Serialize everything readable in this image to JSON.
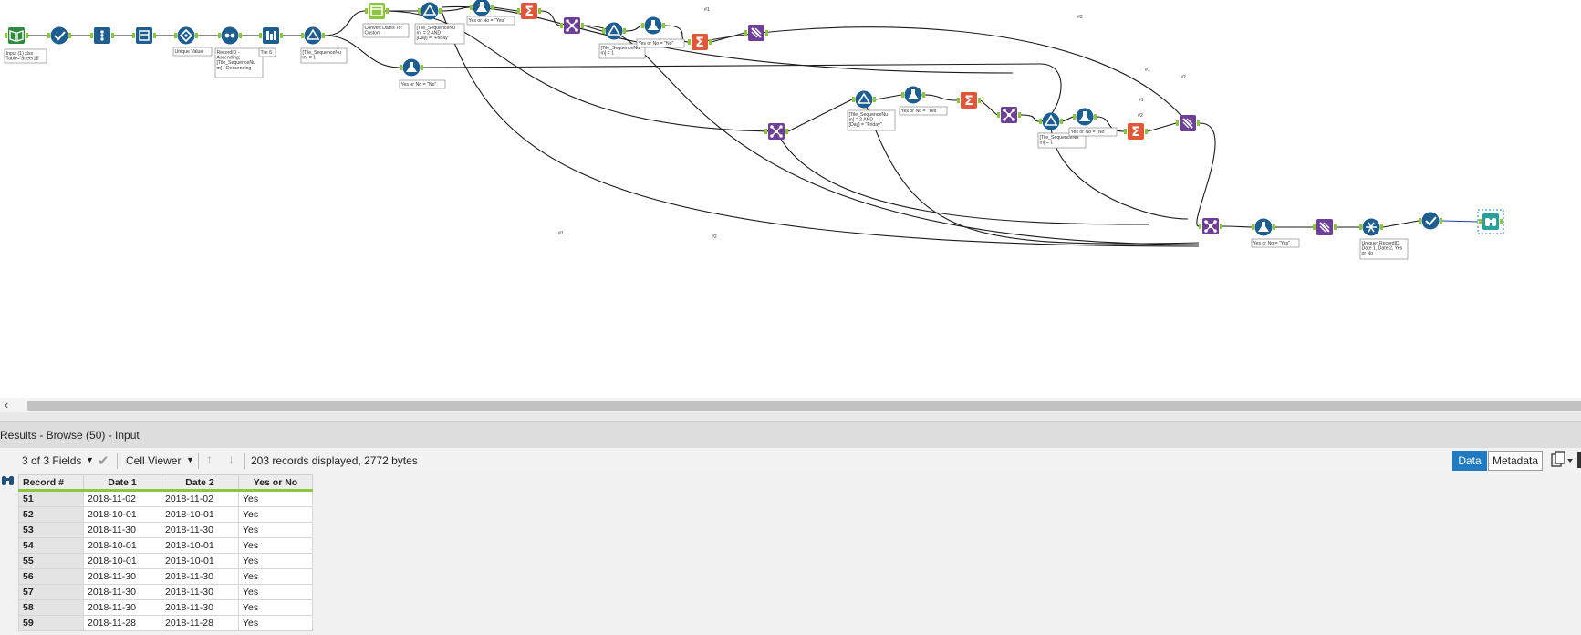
{
  "canvas": {
    "tools": [
      {
        "name": "input-data-tool",
        "icon": "book-icon",
        "color": "#2e8b3e"
      },
      {
        "name": "select-tool",
        "icon": "checkmark-icon",
        "color": "#1e5d8f"
      },
      {
        "name": "auto-field-tool",
        "icon": "dots-icon",
        "color": "#1e5d8f"
      },
      {
        "name": "data-cleansing-tool",
        "icon": "cleanse-icon",
        "color": "#1e5d8f"
      },
      {
        "name": "unique-tool",
        "icon": "diamond-icon",
        "color": "#1e5d8f"
      },
      {
        "name": "sort-tool",
        "icon": "sort-dots-icon",
        "color": "#1e5d8f"
      },
      {
        "name": "tile-tool",
        "icon": "bars-icon",
        "color": "#1e5d8f"
      },
      {
        "name": "filter-tool-1",
        "icon": "filter-icon",
        "color": "#1e5d8f"
      },
      {
        "name": "datetime-tool",
        "icon": "calendar-icon",
        "color": "#8cc63f"
      },
      {
        "name": "filter-tool-2",
        "icon": "filter-icon",
        "color": "#1e5d8f"
      },
      {
        "name": "formula-tool-1",
        "icon": "flask-icon",
        "color": "#1e5d8f"
      },
      {
        "name": "summarize-tool-1",
        "icon": "sigma-icon",
        "color": "#e0573b"
      },
      {
        "name": "join-tool-1",
        "icon": "join-icon",
        "color": "#6d3f97"
      },
      {
        "name": "filter-tool-3",
        "icon": "filter-icon",
        "color": "#1e5d8f"
      },
      {
        "name": "formula-tool-2",
        "icon": "flask-icon",
        "color": "#1e5d8f"
      },
      {
        "name": "summarize-tool-2",
        "icon": "sigma-icon",
        "color": "#e0573b"
      },
      {
        "name": "union-tool-1",
        "icon": "union-icon",
        "color": "#6d3f97"
      },
      {
        "name": "formula-tool-3",
        "icon": "flask-icon",
        "color": "#1e5d8f"
      },
      {
        "name": "join-tool-2",
        "icon": "join-icon",
        "color": "#6d3f97"
      },
      {
        "name": "filter-tool-4",
        "icon": "filter-icon",
        "color": "#1e5d8f"
      },
      {
        "name": "formula-tool-4",
        "icon": "flask-icon",
        "color": "#1e5d8f"
      },
      {
        "name": "summarize-tool-3",
        "icon": "sigma-icon",
        "color": "#e0573b"
      },
      {
        "name": "join-tool-3",
        "icon": "join-icon",
        "color": "#6d3f97"
      },
      {
        "name": "filter-tool-5",
        "icon": "filter-icon",
        "color": "#1e5d8f"
      },
      {
        "name": "formula-tool-5",
        "icon": "flask-icon",
        "color": "#1e5d8f"
      },
      {
        "name": "summarize-tool-4",
        "icon": "sigma-icon",
        "color": "#e0573b"
      },
      {
        "name": "union-tool-2",
        "icon": "union-icon",
        "color": "#6d3f97"
      },
      {
        "name": "join-tool-4",
        "icon": "join-icon",
        "color": "#6d3f97"
      },
      {
        "name": "formula-tool-6",
        "icon": "flask-icon",
        "color": "#1e5d8f"
      },
      {
        "name": "union-tool-3",
        "icon": "union-icon",
        "color": "#6d3f97"
      },
      {
        "name": "unique-tool-2",
        "icon": "snowflake-icon",
        "color": "#1e5d8f"
      },
      {
        "name": "select-tool-2",
        "icon": "checkmark-icon",
        "color": "#1e5d8f"
      },
      {
        "name": "browse-tool",
        "icon": "binoculars-icon",
        "color": "#2aa198"
      }
    ],
    "annotations": {
      "input": [
        "Input (1) xlsx",
        "Table='Sheet1$'"
      ],
      "unique": [
        "Unique Value"
      ],
      "sort": [
        "RecordID -",
        "Ascending;",
        "[Tile_SequenceNu",
        "m] - Descending"
      ],
      "tile": [
        "Tile 6"
      ],
      "filter1": [
        "[Tile_SequenceNu",
        "m] = 1"
      ],
      "datetime": [
        "Convert Dates To:",
        "Custom"
      ],
      "filter2": [
        "[Tile_SequenceNu",
        "m] = 2 AND",
        "[Day] = \"Friday\""
      ],
      "formula1": [
        "Yes or No = \"Yes\""
      ],
      "filter3": [
        "[Tile_SequenceNu",
        "m] = 1"
      ],
      "formula2": [
        "Yes or No = \"No\""
      ],
      "formula_no": [
        "Yes or No = \"No\""
      ],
      "filter4": [
        "[Tile_SequenceNu",
        "m] = 2 AND",
        "[Day] = \"Friday\""
      ],
      "formula3": [
        "Yes or No = \"Yes\""
      ],
      "filter5": [
        "[Tile_SequenceNu",
        "m] = 1"
      ],
      "formula4": [
        "Yes or No = \"No\""
      ],
      "formula6": [
        "Yes or No = \"Yes\""
      ],
      "unique2": [
        "Unique: RecordID,",
        "Date 1, Date 2, Yes",
        "or No"
      ]
    },
    "connection_labels": [
      "#1",
      "#2",
      "#1",
      "#2",
      "#1",
      "#2",
      "#1",
      "#2"
    ]
  },
  "results": {
    "title": "Results - Browse (50) - Input"
  },
  "toolbar": {
    "fields_selector": "3 of 3 Fields",
    "viewer_selector": "Cell Viewer",
    "records_info": "203 records displayed, 2772 bytes",
    "data_tab": "Data",
    "metadata_tab": "Metadata"
  },
  "table": {
    "headers": [
      "Record #",
      "Date 1",
      "Date 2",
      "Yes or No"
    ],
    "rows": [
      [
        "51",
        "2018-11-02",
        "2018-11-02",
        "Yes"
      ],
      [
        "52",
        "2018-10-01",
        "2018-10-01",
        "Yes"
      ],
      [
        "53",
        "2018-11-30",
        "2018-11-30",
        "Yes"
      ],
      [
        "54",
        "2018-10-01",
        "2018-10-01",
        "Yes"
      ],
      [
        "55",
        "2018-10-01",
        "2018-10-01",
        "Yes"
      ],
      [
        "56",
        "2018-11-30",
        "2018-11-30",
        "Yes"
      ],
      [
        "57",
        "2018-11-30",
        "2018-11-30",
        "Yes"
      ],
      [
        "58",
        "2018-11-30",
        "2018-11-30",
        "Yes"
      ],
      [
        "59",
        "2018-11-28",
        "2018-11-28",
        "Yes"
      ]
    ]
  },
  "colors": {
    "accent": "#1f7ac2",
    "header_underline": "#8cc63f",
    "selection_dashed": "#1f7ac2"
  }
}
